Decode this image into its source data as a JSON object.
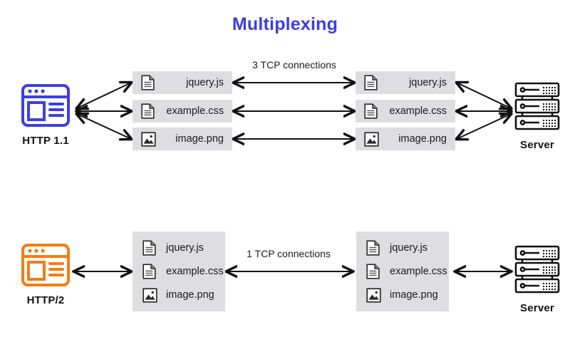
{
  "title": "Multiplexing",
  "theme": {
    "title_color": "#3d3de8",
    "http11_accent": "#3d3de8",
    "http2_accent": "#f57c12",
    "box_bg": "#dedee1",
    "arrow_color": "#111111",
    "text_color": "#1b1b1b",
    "background": "#ffffff"
  },
  "sections": [
    {
      "id": "http11",
      "client": {
        "label": "HTTP 1.1",
        "icon": "browser-window-icon",
        "color": "#3d3de8"
      },
      "server": {
        "label": "Server",
        "icon": "server-rack-icon",
        "color": "#111111"
      },
      "connection_label": "3 TCP connections",
      "connection_count": 3,
      "grouping": "separate",
      "files": [
        {
          "name": "jquery.js",
          "icon": "document-file-icon"
        },
        {
          "name": "example.css",
          "icon": "document-file-icon"
        },
        {
          "name": "image.png",
          "icon": "image-file-icon"
        }
      ]
    },
    {
      "id": "http2",
      "client": {
        "label": "HTTP/2",
        "icon": "browser-window-icon",
        "color": "#f57c12"
      },
      "server": {
        "label": "Server",
        "icon": "server-rack-icon",
        "color": "#111111"
      },
      "connection_label": "1 TCP connections",
      "connection_count": 1,
      "grouping": "merged",
      "files": [
        {
          "name": "jquery.js",
          "icon": "document-file-icon"
        },
        {
          "name": "example.css",
          "icon": "document-file-icon"
        },
        {
          "name": "image.png",
          "icon": "image-file-icon"
        }
      ]
    }
  ]
}
